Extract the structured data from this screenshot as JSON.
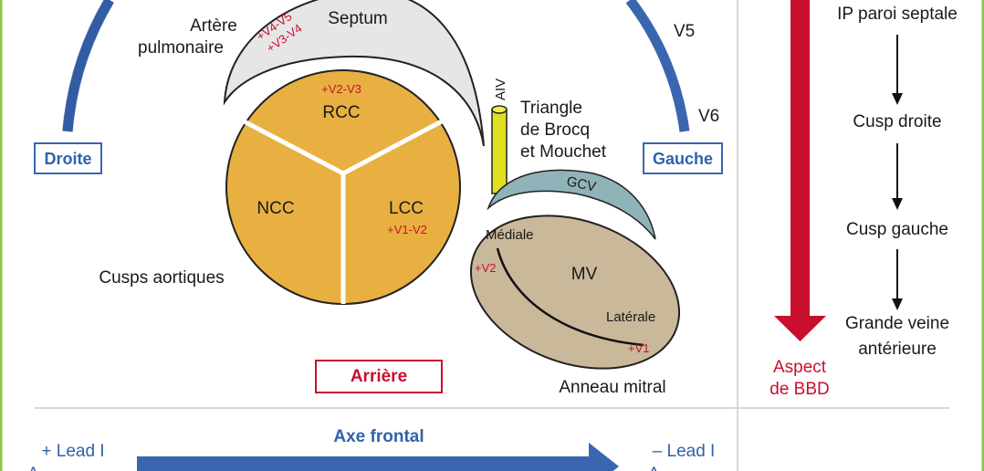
{
  "labels": {
    "artere_pulmonaire_1": "Artère",
    "artere_pulmonaire_2": "pulmonaire",
    "septum": "Septum",
    "v4v5": "+V4-V5",
    "v3v4": "+V3-V4",
    "v2v3": "+V2-V3",
    "rcc": "RCC",
    "ncc": "NCC",
    "lcc": "LCC",
    "v1v2": "+V1-V2",
    "cusps_aortiques": "Cusps aortiques",
    "droite": "Droite",
    "gauche": "Gauche",
    "arriere": "Arrière",
    "aiv": "AIV",
    "triangle_1": "Triangle",
    "triangle_2": "de Brocq",
    "triangle_3": "et Mouchet",
    "gcv": "GCV",
    "mediale": "Médiale",
    "mv": "MV",
    "laterale": "Latérale",
    "mv_v2": "+V2",
    "mv_v1": "+V1",
    "anneau_mitral": "Anneau mitral",
    "v5": "V5",
    "v6": "V6"
  },
  "sequence": {
    "steps": [
      "IP paroi septale",
      "Cusp droite",
      "Cusp gauche",
      "Grande veine",
      "antérieure"
    ],
    "aspect_1": "Aspect",
    "aspect_2": "de BBD"
  },
  "bottom": {
    "axe_frontal": "Axe frontal",
    "lead_left": "+ Lead I",
    "lead_right": "– Lead I",
    "left_cut": "A",
    "right_cut": "A"
  },
  "colors": {
    "frame_green": "#8dc63f",
    "arc_blue": "#3a66b0",
    "cusp_orange": "#e8b040",
    "septum_gray": "#e6e6e6",
    "mitral_tan": "#c9b89a",
    "gcv_teal": "#8fb3b8",
    "aiv_yellow": "#e0e020",
    "arrow_red": "#c8102e",
    "label_blue": "#2e63ad"
  }
}
